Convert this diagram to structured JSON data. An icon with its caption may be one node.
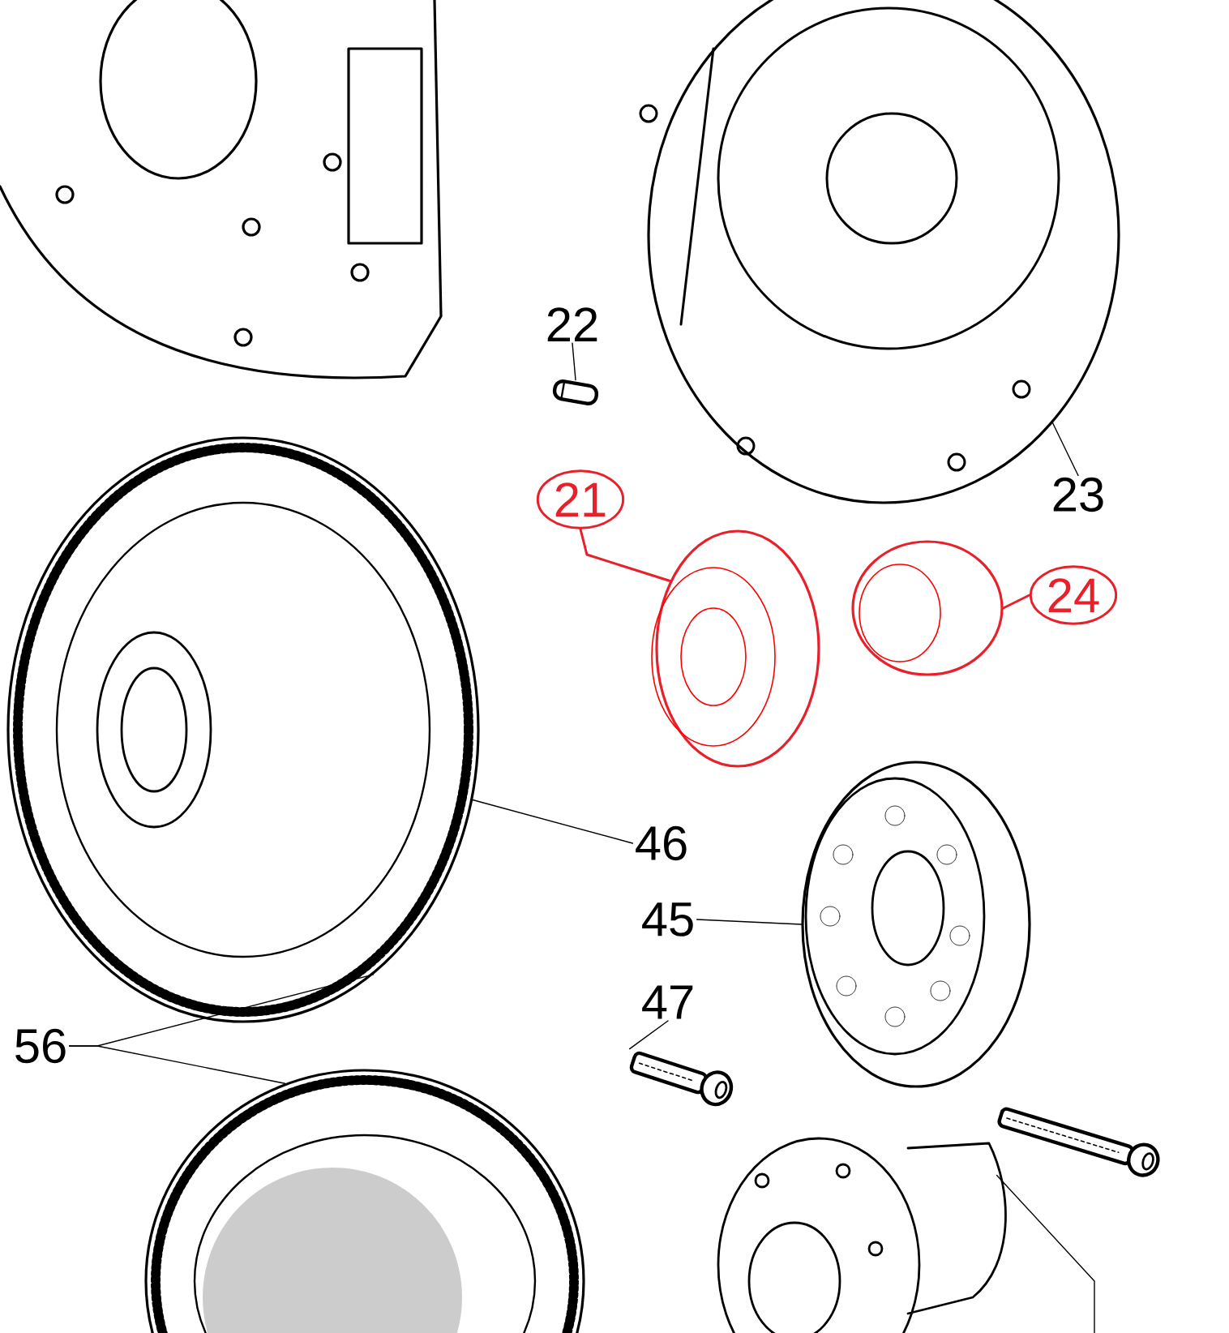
{
  "diagram": {
    "nodes": [
      {
        "text": [
          "22"
        ]
      },
      {
        "text": [],
        "shape": "picture"
      },
      {
        "text": [
          "23"
        ]
      },
      {
        "text": [],
        "shape": "picture"
      },
      {
        "text": [
          "21"
        ]
      },
      {
        "text": [],
        "shape": "picture"
      },
      {
        "text": [
          "24"
        ]
      },
      {
        "text": [],
        "shape": "picture"
      },
      {
        "text": [
          "46"
        ]
      },
      {
        "text": [],
        "shape": "picture"
      },
      {
        "text": [
          "45"
        ]
      },
      {
        "text": [],
        "shape": "picture"
      },
      {
        "text": [
          "47"
        ]
      },
      {
        "text": [],
        "shape": "picture"
      },
      {
        "text": [
          "56"
        ]
      },
      {
        "text": [],
        "shape": "picture"
      },
      {
        "text": [],
        "shape": "picture"
      }
    ],
    "edges": [
      {
        "from": 0,
        "to": 1,
        "arrow": "none"
      },
      {
        "from": 2,
        "to": 3,
        "arrow": "none"
      },
      {
        "from": 4,
        "to": 5,
        "arrow": "none",
        "color": "#e8202a"
      },
      {
        "from": 6,
        "to": 7,
        "arrow": "none",
        "color": "#e8202a"
      },
      {
        "from": 8,
        "to": 9,
        "arrow": "none"
      },
      {
        "from": 10,
        "to": 11,
        "arrow": "none"
      },
      {
        "from": 12,
        "to": 13,
        "arrow": "none"
      },
      {
        "from": 14,
        "to": 9,
        "arrow": "none"
      },
      {
        "from": 14,
        "to": 15,
        "arrow": "none"
      },
      {
        "from": 16,
        "to": null,
        "arrow": "none"
      }
    ]
  }
}
